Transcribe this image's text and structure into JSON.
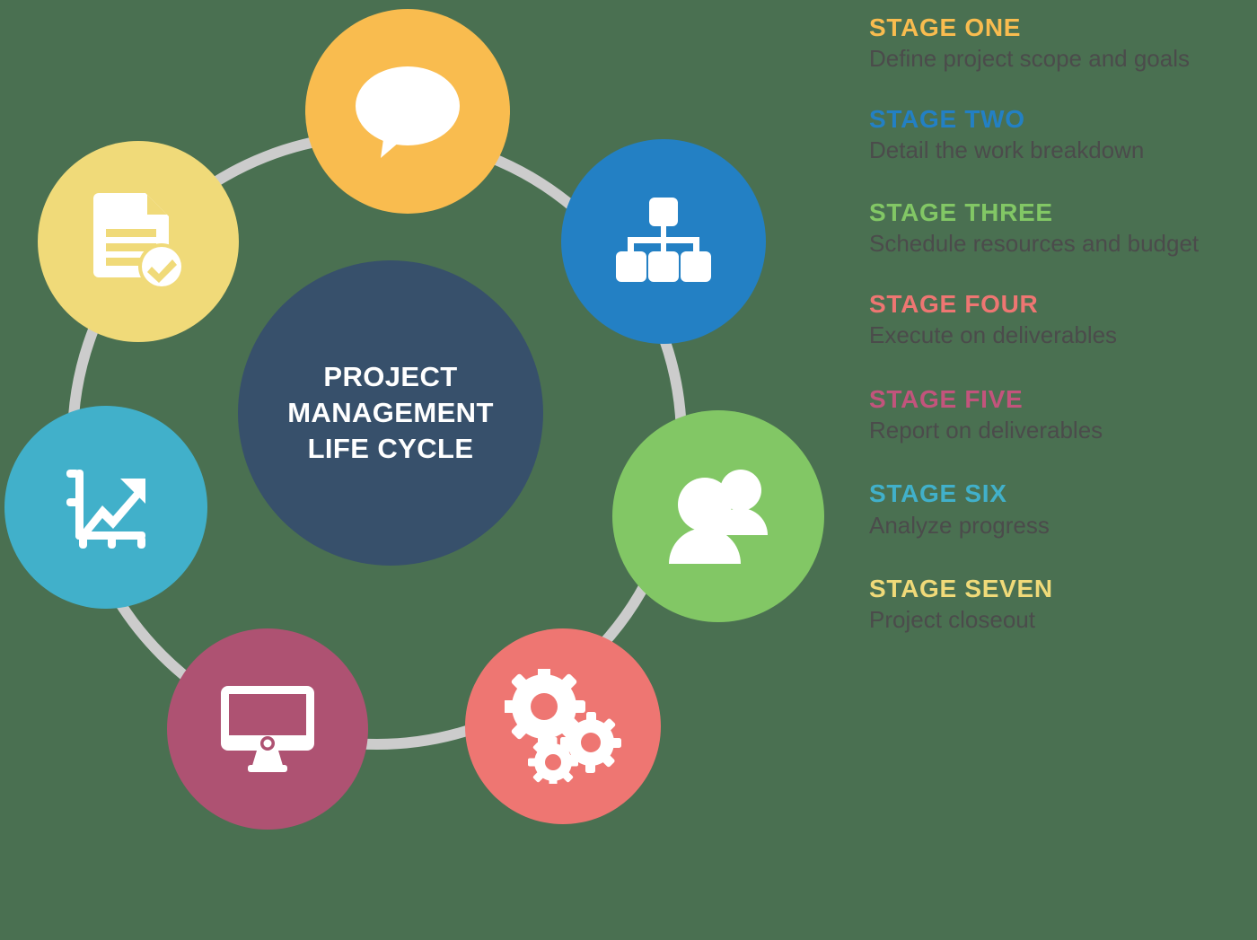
{
  "background_color": "#4a7051",
  "center": {
    "label": "PROJECT\nMANAGEMENT\nLIFE CYCLE",
    "color": "#37506b",
    "text_color": "#ffffff"
  },
  "ring": {
    "color": "#cccccc"
  },
  "nodes": [
    {
      "id": 1,
      "icon": "speech-bubble-icon",
      "color": "#f9bc4f",
      "stage": "STAGE ONE"
    },
    {
      "id": 2,
      "icon": "org-chart-icon",
      "color": "#2380c4",
      "stage": "STAGE TWO"
    },
    {
      "id": 3,
      "icon": "people-icon",
      "color": "#82c765",
      "stage": "STAGE THREE"
    },
    {
      "id": 4,
      "icon": "gears-icon",
      "color": "#ee7672",
      "stage": "STAGE FOUR"
    },
    {
      "id": 5,
      "icon": "monitor-icon",
      "color": "#ae5272",
      "stage": "STAGE FIVE"
    },
    {
      "id": 6,
      "icon": "line-chart-icon",
      "color": "#41b0ca",
      "stage": "STAGE SIX"
    },
    {
      "id": 7,
      "icon": "document-check-icon",
      "color": "#f0da79",
      "stage": "STAGE SEVEN"
    }
  ],
  "stages": [
    {
      "title": "STAGE ONE",
      "desc": "Define project scope and goals",
      "color": "#f9bc4f"
    },
    {
      "title": "STAGE TWO",
      "desc": "Detail the work breakdown",
      "color": "#2380c4"
    },
    {
      "title": "STAGE THREE",
      "desc": "Schedule resources and budget",
      "color": "#82c765"
    },
    {
      "title": "STAGE FOUR",
      "desc": "Execute on deliverables",
      "color": "#ee7672"
    },
    {
      "title": "STAGE FIVE",
      "desc": "Report on deliverables",
      "color": "#c2547c"
    },
    {
      "title": "STAGE SIX",
      "desc": "Analyze progress",
      "color": "#41b0ca"
    },
    {
      "title": "STAGE SEVEN",
      "desc": "Project closeout",
      "color": "#f0da79"
    }
  ],
  "description_color": "#4b4b4b"
}
